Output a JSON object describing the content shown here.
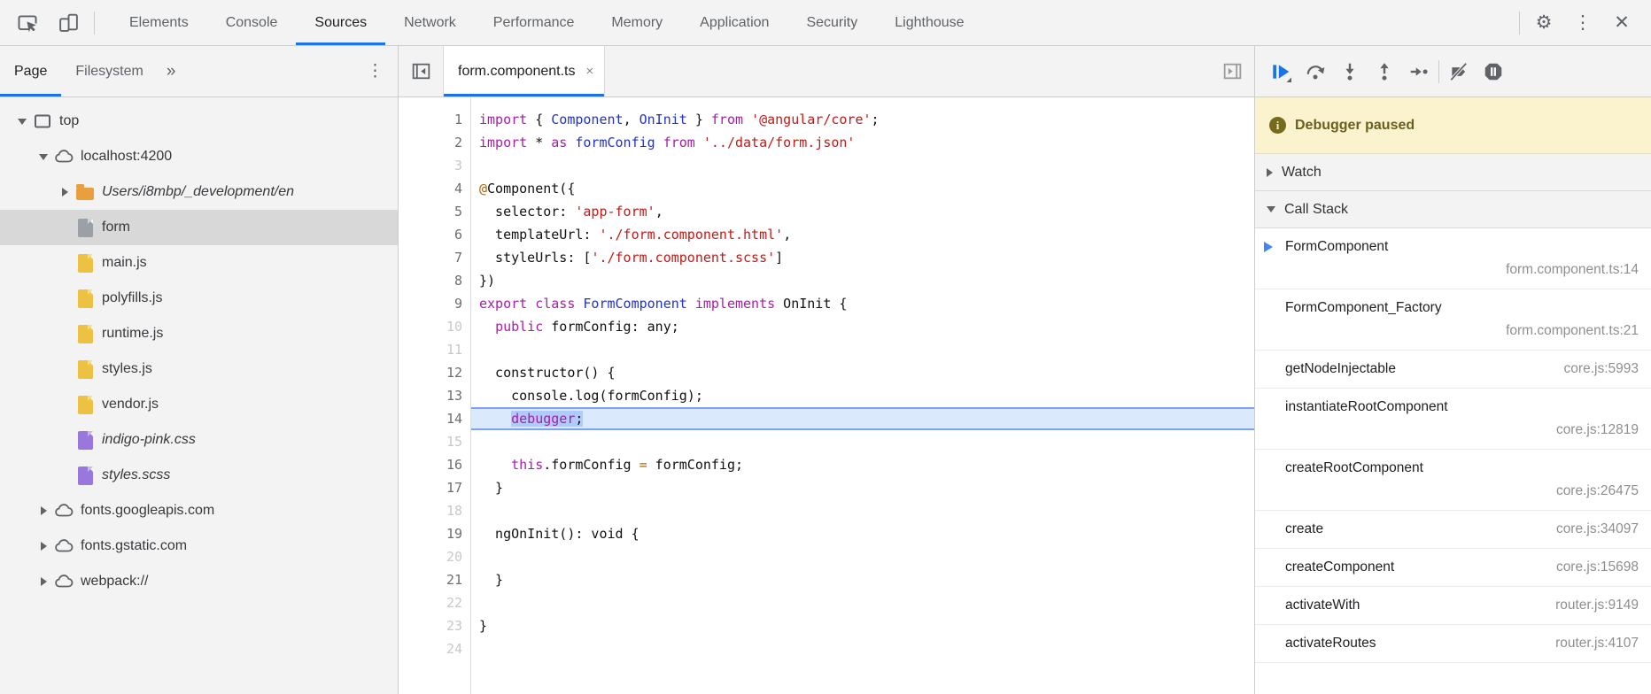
{
  "toolbar": {
    "tabs": [
      "Elements",
      "Console",
      "Sources",
      "Network",
      "Performance",
      "Memory",
      "Application",
      "Security",
      "Lighthouse"
    ],
    "active_tab": "Sources",
    "settings_icon": "⚙",
    "more_icon": "⋮",
    "close_icon": "✕"
  },
  "navigator": {
    "tabs": [
      "Page",
      "Filesystem"
    ],
    "active_tab": "Page",
    "overflow_icon": "»",
    "menu_icon": "⋮",
    "tree": [
      {
        "label": "top",
        "icon": "frame-icon",
        "depth": 0,
        "exp": "open"
      },
      {
        "label": "localhost:4200",
        "icon": "cloud-icon",
        "depth": 1,
        "exp": "open"
      },
      {
        "label": "Users/i8mbp/_development/en",
        "icon": "folder-icon",
        "depth": 2,
        "exp": "closed",
        "italic": true
      },
      {
        "label": "form",
        "icon": "file-gray",
        "depth": 2,
        "exp": "none",
        "selected": true
      },
      {
        "label": "main.js",
        "icon": "file-js",
        "depth": 2,
        "exp": "none"
      },
      {
        "label": "polyfills.js",
        "icon": "file-js",
        "depth": 2,
        "exp": "none"
      },
      {
        "label": "runtime.js",
        "icon": "file-js",
        "depth": 2,
        "exp": "none"
      },
      {
        "label": "styles.js",
        "icon": "file-js",
        "depth": 2,
        "exp": "none"
      },
      {
        "label": "vendor.js",
        "icon": "file-js",
        "depth": 2,
        "exp": "none"
      },
      {
        "label": "indigo-pink.css",
        "icon": "file-css",
        "depth": 2,
        "exp": "none",
        "italic": true
      },
      {
        "label": "styles.scss",
        "icon": "file-css",
        "depth": 2,
        "exp": "none",
        "italic": true
      },
      {
        "label": "fonts.googleapis.com",
        "icon": "cloud-icon",
        "depth": 1,
        "exp": "closed"
      },
      {
        "label": "fonts.gstatic.com",
        "icon": "cloud-icon",
        "depth": 1,
        "exp": "closed"
      },
      {
        "label": "webpack://",
        "icon": "cloud-icon",
        "depth": 1,
        "exp": "closed"
      }
    ]
  },
  "editor": {
    "tab_title": "form.component.ts",
    "tab_close_icon": "×",
    "current_line": 14,
    "lines": [
      {
        "n": 1,
        "dim": false,
        "seg": [
          [
            "kw",
            "import"
          ],
          [
            "pl",
            " { "
          ],
          [
            "def",
            "Component"
          ],
          [
            "pl",
            ", "
          ],
          [
            "def",
            "OnInit"
          ],
          [
            "pl",
            " } "
          ],
          [
            "kw",
            "from"
          ],
          [
            "pl",
            " "
          ],
          [
            "str",
            "'@angular/core'"
          ],
          [
            "pl",
            ";"
          ]
        ]
      },
      {
        "n": 2,
        "dim": false,
        "seg": [
          [
            "kw",
            "import"
          ],
          [
            "pl",
            " * "
          ],
          [
            "kw",
            "as"
          ],
          [
            "pl",
            " "
          ],
          [
            "def",
            "formConfig"
          ],
          [
            "pl",
            " "
          ],
          [
            "kw",
            "from"
          ],
          [
            "pl",
            " "
          ],
          [
            "str",
            "'../data/form.json'"
          ]
        ]
      },
      {
        "n": 3,
        "dim": true,
        "seg": []
      },
      {
        "n": 4,
        "dim": false,
        "seg": [
          [
            "op",
            "@"
          ],
          [
            "pl",
            "Component({"
          ]
        ]
      },
      {
        "n": 5,
        "dim": false,
        "seg": [
          [
            "pl",
            "  selector: "
          ],
          [
            "str",
            "'app-form'"
          ],
          [
            "pl",
            ","
          ]
        ]
      },
      {
        "n": 6,
        "dim": false,
        "seg": [
          [
            "pl",
            "  templateUrl: "
          ],
          [
            "str",
            "'./form.component.html'"
          ],
          [
            "pl",
            ","
          ]
        ]
      },
      {
        "n": 7,
        "dim": false,
        "seg": [
          [
            "pl",
            "  styleUrls: ["
          ],
          [
            "str",
            "'./form.component.scss'"
          ],
          [
            "pl",
            "]"
          ]
        ]
      },
      {
        "n": 8,
        "dim": false,
        "seg": [
          [
            "pl",
            "})"
          ]
        ]
      },
      {
        "n": 9,
        "dim": false,
        "seg": [
          [
            "kw",
            "export"
          ],
          [
            "pl",
            " "
          ],
          [
            "kw",
            "class"
          ],
          [
            "pl",
            " "
          ],
          [
            "def",
            "FormComponent"
          ],
          [
            "pl",
            " "
          ],
          [
            "kw",
            "implements"
          ],
          [
            "pl",
            " OnInit {"
          ]
        ]
      },
      {
        "n": 10,
        "dim": true,
        "seg": [
          [
            "pl",
            "  "
          ],
          [
            "kw",
            "public"
          ],
          [
            "pl",
            " formConfig: any;"
          ]
        ]
      },
      {
        "n": 11,
        "dim": true,
        "seg": []
      },
      {
        "n": 12,
        "dim": false,
        "seg": [
          [
            "pl",
            "  constructor() {"
          ]
        ]
      },
      {
        "n": 13,
        "dim": false,
        "seg": [
          [
            "pl",
            "    console.log(formConfig);"
          ]
        ]
      },
      {
        "n": 14,
        "dim": false,
        "cur": true,
        "seg": [
          [
            "pl",
            "    "
          ],
          [
            "kw tok",
            "debugger"
          ],
          [
            "pl tok",
            ";"
          ]
        ]
      },
      {
        "n": 15,
        "dim": true,
        "seg": []
      },
      {
        "n": 16,
        "dim": false,
        "seg": [
          [
            "pl",
            "    "
          ],
          [
            "kw",
            "this"
          ],
          [
            "pl",
            ".formConfig "
          ],
          [
            "op",
            "="
          ],
          [
            "pl",
            " formConfig;"
          ]
        ]
      },
      {
        "n": 17,
        "dim": false,
        "seg": [
          [
            "pl",
            "  }"
          ]
        ]
      },
      {
        "n": 18,
        "dim": true,
        "seg": []
      },
      {
        "n": 19,
        "dim": false,
        "seg": [
          [
            "pl",
            "  ngOnInit(): void {"
          ]
        ]
      },
      {
        "n": 20,
        "dim": true,
        "seg": []
      },
      {
        "n": 21,
        "dim": false,
        "seg": [
          [
            "pl",
            "  }"
          ]
        ]
      },
      {
        "n": 22,
        "dim": true,
        "seg": []
      },
      {
        "n": 23,
        "dim": true,
        "seg": [
          [
            "pl",
            "}"
          ]
        ]
      },
      {
        "n": 24,
        "dim": true,
        "seg": []
      }
    ]
  },
  "debugger": {
    "paused_label": "Debugger paused",
    "watch_label": "Watch",
    "call_stack_label": "Call Stack",
    "call_stack": [
      {
        "fn": "FormComponent",
        "loc": "form.component.ts:14",
        "active": true,
        "two": true
      },
      {
        "fn": "FormComponent_Factory",
        "loc": "form.component.ts:21",
        "two": true
      },
      {
        "fn": "getNodeInjectable",
        "loc": "core.js:5993"
      },
      {
        "fn": "instantiateRootComponent",
        "loc": "core.js:12819",
        "two": true
      },
      {
        "fn": "createRootComponent",
        "loc": "core.js:26475",
        "two": true
      },
      {
        "fn": "create",
        "loc": "core.js:34097"
      },
      {
        "fn": "createComponent",
        "loc": "core.js:15698"
      },
      {
        "fn": "activateWith",
        "loc": "router.js:9149"
      },
      {
        "fn": "activateRoutes",
        "loc": "router.js:4107"
      }
    ]
  },
  "icons": {
    "inspect": "cursor-in-box",
    "device_toolbar": "phone-and-tablet",
    "collapse_navigator": "panel-arrow-left",
    "expand_debugger": "panel-arrow-right",
    "resume": "blue-play-with-bar",
    "step_over": "arc-arrow-over-dot",
    "step_into": "arrow-down-to-dot",
    "step_out": "arrow-up-from-dot",
    "step": "arrow-right-to-dot",
    "deactivate_breakpoints": "breakpoint-slash",
    "pause_on_exceptions": "octagon-pause",
    "info": "i-in-circle"
  },
  "colors": {
    "accent_blue": "#1a73e8",
    "toolbar_bg": "#f3f3f3",
    "paused_banner_bg": "#fbf3cd",
    "paused_banner_text": "#6a5f1e",
    "current_line_bg": "#dbe9fd",
    "current_token_bg": "#aecbfa",
    "syntax_keyword": "#aa1daa",
    "syntax_definition": "#2233cc",
    "syntax_string": "#c41a16",
    "syntax_operator": "#a8660d",
    "active_frame_arrow": "#4285f4"
  }
}
